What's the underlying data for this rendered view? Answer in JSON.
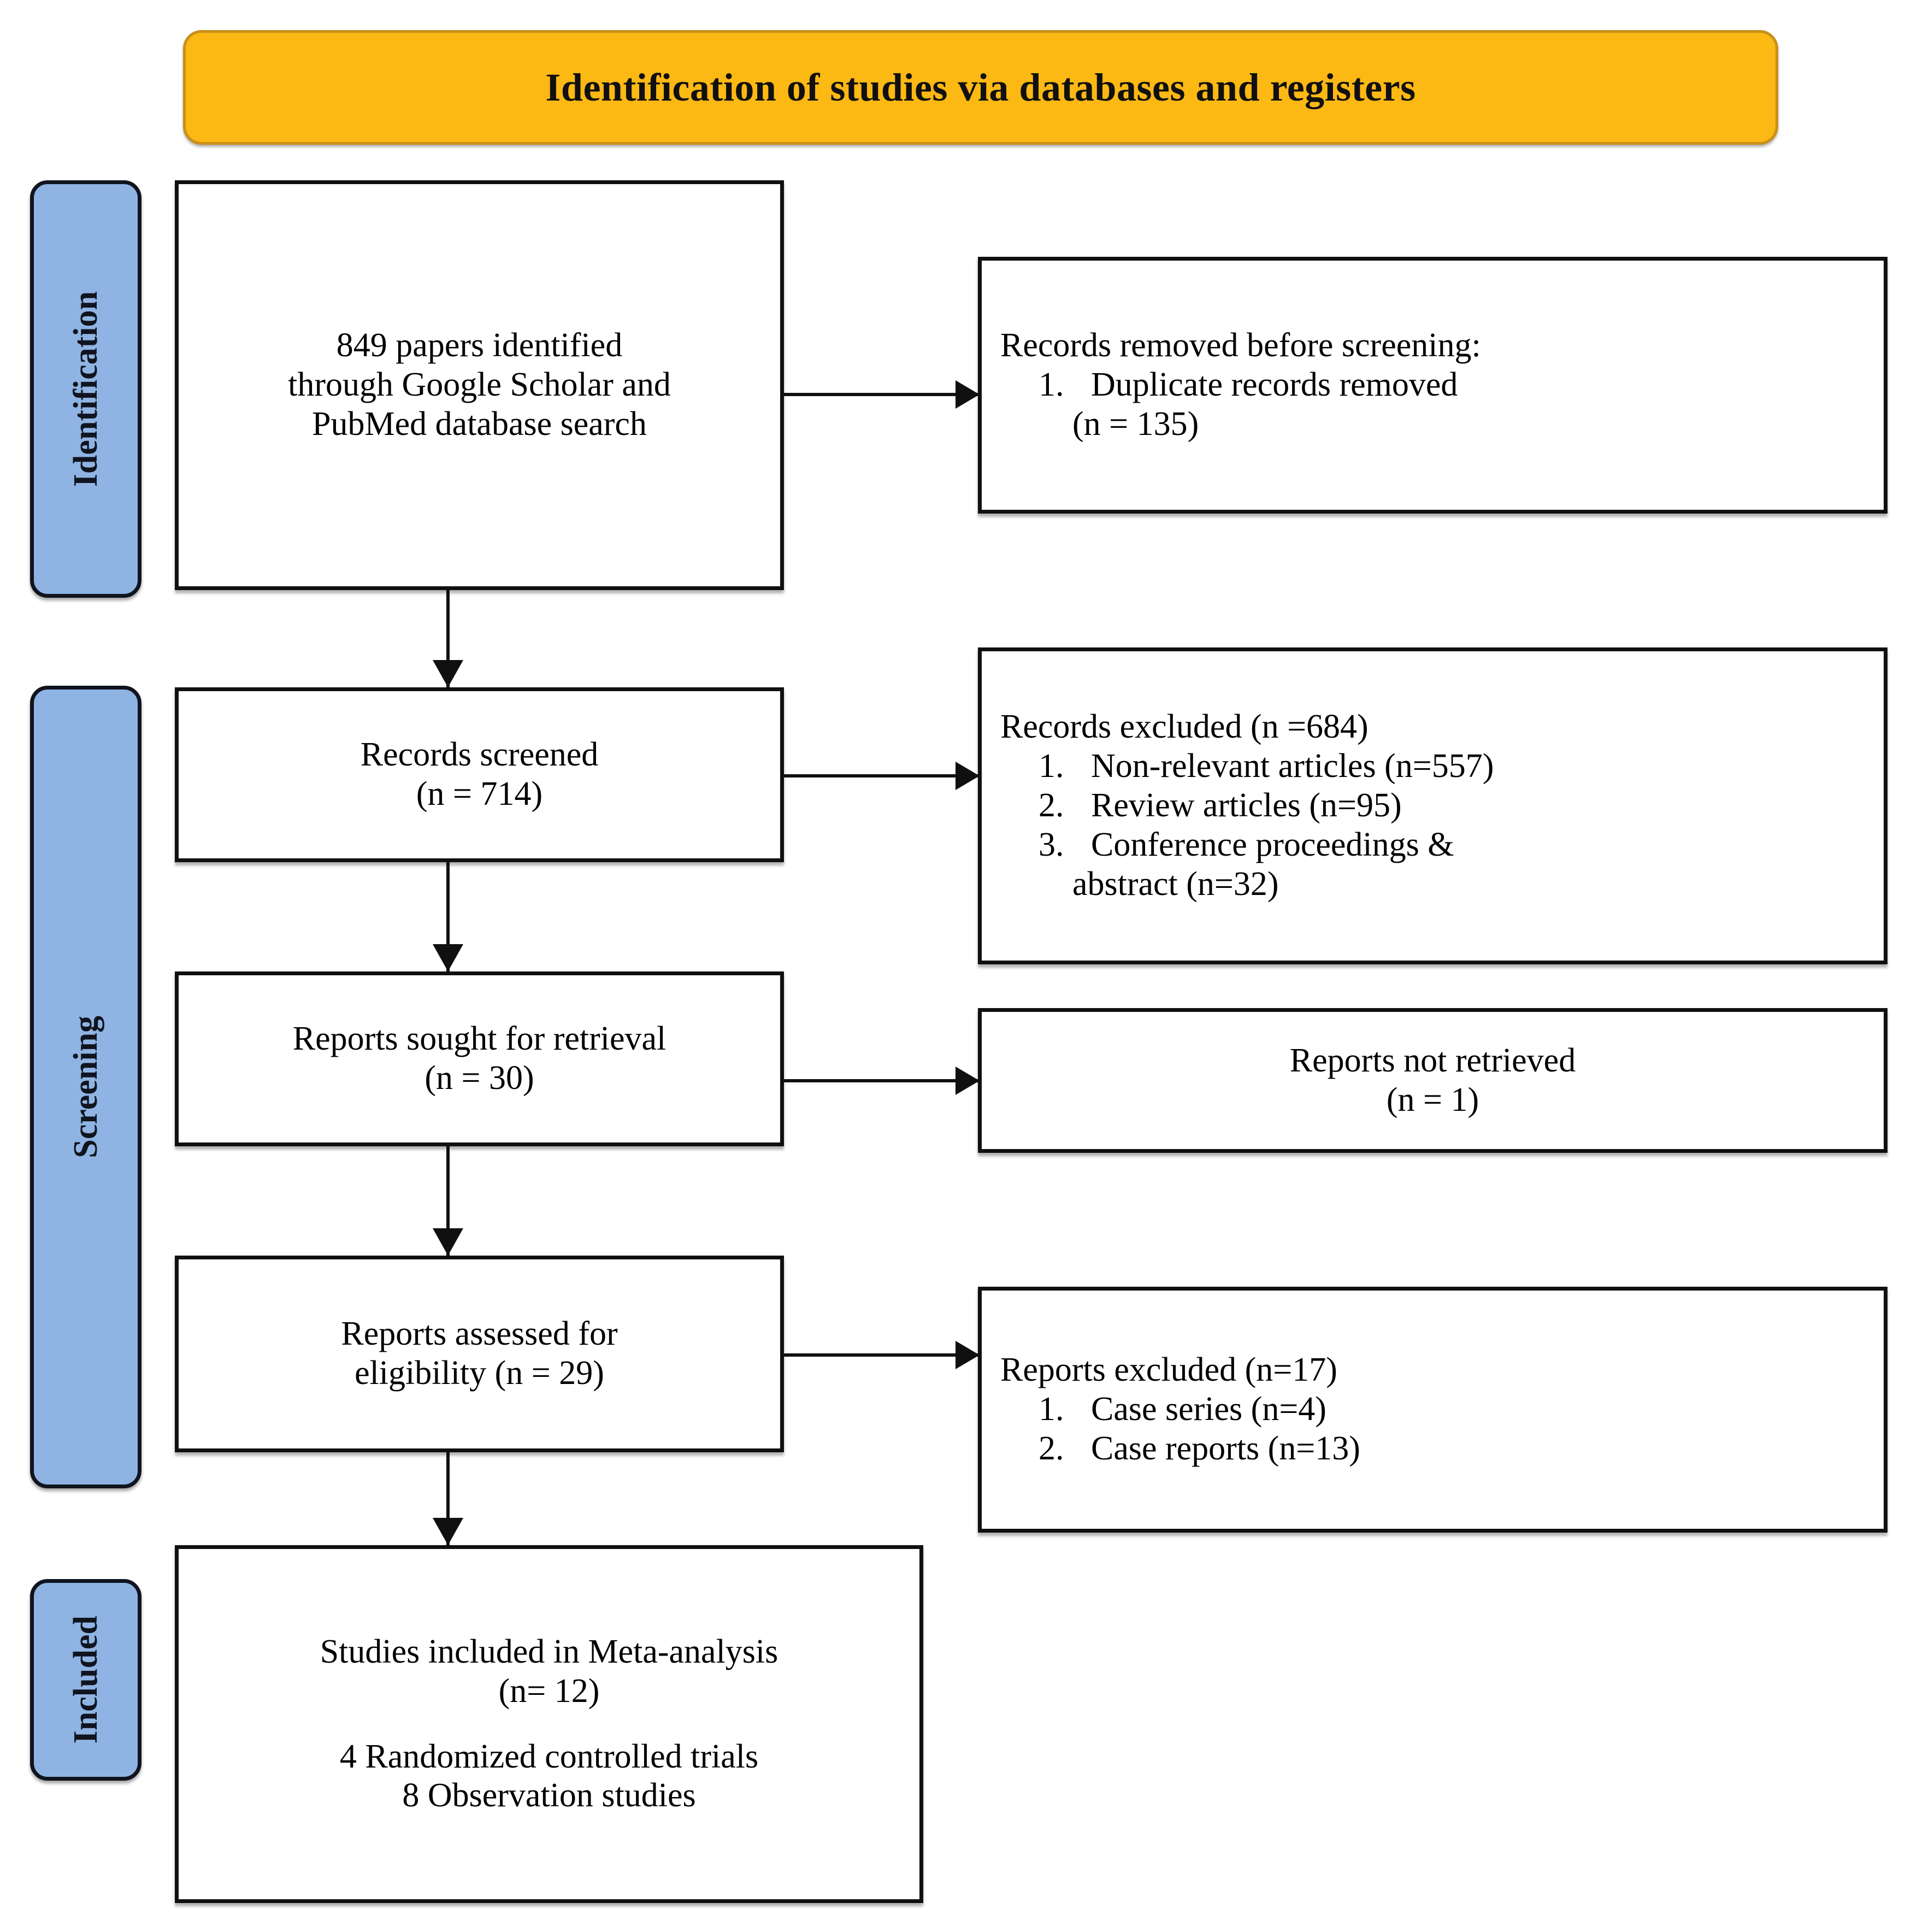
{
  "diagram": {
    "type": "prisma-flow-diagram",
    "banner": {
      "title": "Identification of studies via databases and registers"
    },
    "stages": [
      {
        "id": "identification",
        "label": "Identification"
      },
      {
        "id": "screening",
        "label": "Screening"
      },
      {
        "id": "included",
        "label": "Included"
      }
    ],
    "boxes": {
      "identified": {
        "lines": [
          "849 papers identified",
          "through Google Scholar and",
          "PubMed database search"
        ]
      },
      "removed": {
        "heading": "Records removed before screening:",
        "items": [
          {
            "text": "Duplicate records removed",
            "sub": "(n = 135)"
          }
        ]
      },
      "screened": {
        "lines": [
          "Records screened",
          "(n = 714)"
        ]
      },
      "excluded_records": {
        "heading": "Records excluded (n =684)",
        "items": [
          {
            "text": "Non-relevant articles (n=557)",
            "sub": ""
          },
          {
            "text": "Review articles (n=95)",
            "sub": ""
          },
          {
            "text": "Conference proceedings &",
            "sub": "abstract (n=32)"
          }
        ]
      },
      "sought": {
        "lines": [
          "Reports sought for retrieval",
          "(n = 30)"
        ]
      },
      "not_retrieved": {
        "lines": [
          "Reports not retrieved",
          "(n = 1)"
        ]
      },
      "eligibility": {
        "lines": [
          "Reports assessed for",
          "eligibility (n = 29)"
        ]
      },
      "excluded_reports": {
        "heading": "Reports excluded (n=17)",
        "items": [
          {
            "text": "Case series (n=4)",
            "sub": ""
          },
          {
            "text": "Case reports (n=13)",
            "sub": ""
          }
        ]
      },
      "included": {
        "lines": [
          "Studies included in Meta-analysis",
          "(n= 12)",
          "",
          "4 Randomized controlled trials",
          "8 Observation studies"
        ]
      }
    },
    "colors": {
      "banner_fill": "#FCB813",
      "banner_border": "#C8901A",
      "stage_fill": "#8FB4E3",
      "stage_border": "#10141e",
      "box_border": "#101010",
      "box_fill": "#FFFFFF"
    }
  }
}
